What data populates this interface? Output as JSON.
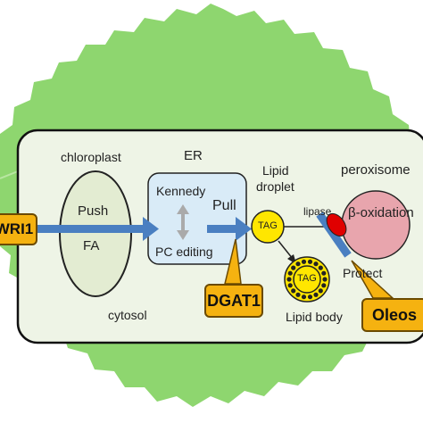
{
  "labels": {
    "chloroplast": "chloroplast",
    "push": "Push",
    "fa": "FA",
    "er": "ER",
    "kennedy": "Kennedy",
    "pull": "Pull",
    "pc_editing": "PC editing",
    "lipid_droplet_line1": "Lipid",
    "lipid_droplet_line2": "droplet",
    "tag_droplet": "TAG",
    "lipase": "lipase",
    "peroxisome": "peroxisome",
    "beta_oxidation": "β-oxidation",
    "protect": "Protect",
    "tag_body": "TAG",
    "lipid_body": "Lipid body",
    "cytosol": "cytosol"
  },
  "callouts": {
    "wri1": "WRI1",
    "dgat1": "DGAT1",
    "oleos": "Oleos"
  },
  "colors": {
    "leaf": "#8ed66f",
    "cell": "#eef4e6",
    "chloroplast": "#e3ecd2",
    "er": "#d9ebf7",
    "arrow": "#4a7fc1",
    "droplet": "#ffe600",
    "peroxisome": "#e8a5ad",
    "lipase_bar": "#4a7fc1",
    "lipase_red": "#e00000",
    "callout": "#f5b210"
  }
}
